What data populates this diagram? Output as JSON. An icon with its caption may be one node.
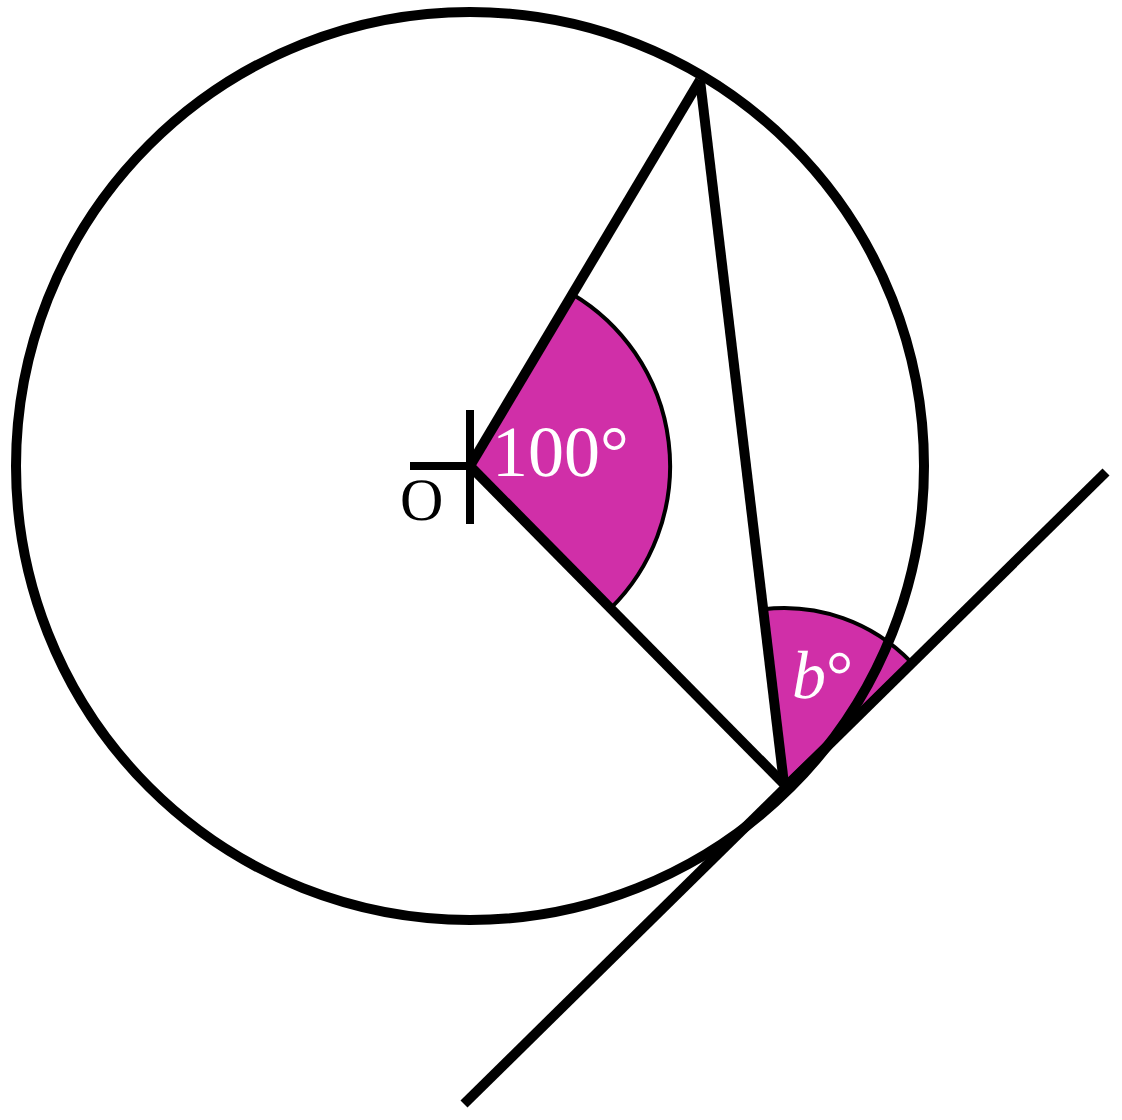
{
  "diagram": {
    "labels": [
      "O",
      "100°",
      "*b*°"
    ]
  }
}
